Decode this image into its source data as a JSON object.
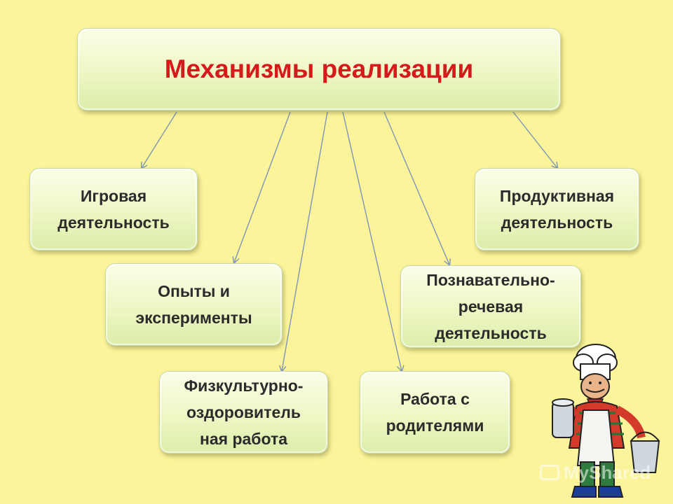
{
  "diagram": {
    "title": "Механизмы реализации",
    "nodes": [
      {
        "id": "game",
        "label": "Игровая\nдеятельность"
      },
      {
        "id": "productive",
        "label": "Продуктивная\nдеятельность"
      },
      {
        "id": "experiments",
        "label": "Опыты и\nэксперименты"
      },
      {
        "id": "cognitive",
        "label": "Познавательно-\nречевая\nдеятельность"
      },
      {
        "id": "physical",
        "label": "Физкультурно-\nоздоровитель\nная работа"
      },
      {
        "id": "parents",
        "label": "Работа с\nродителями"
      }
    ],
    "edges": [
      {
        "from": "title",
        "to": "game"
      },
      {
        "from": "title",
        "to": "experiments"
      },
      {
        "from": "title",
        "to": "physical"
      },
      {
        "from": "title",
        "to": "parents"
      },
      {
        "from": "title",
        "to": "cognitive"
      },
      {
        "from": "title",
        "to": "productive"
      }
    ]
  },
  "watermark": {
    "text": "MyShared"
  },
  "illustration": {
    "icon": "chef-with-milk-cans-icon"
  }
}
